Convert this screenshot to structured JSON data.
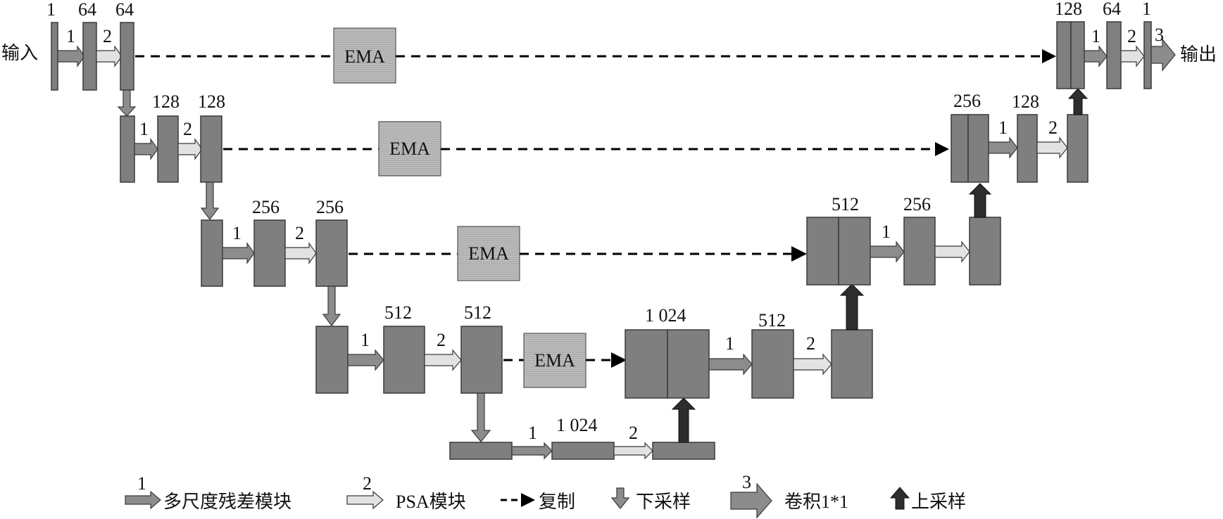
{
  "labels": {
    "input": "输入",
    "output": "输出",
    "ema": "EMA"
  },
  "channels": {
    "l1_in": "1",
    "l1_a": "64",
    "l1_b": "64",
    "l2_a": "128",
    "l2_b": "128",
    "l3_a": "256",
    "l3_b": "256",
    "l4_a": "512",
    "l4_b": "512",
    "bottom": "1 024",
    "d4_cat": "1 024",
    "d4_a": "512",
    "d3_cat": "512",
    "d3_a": "256",
    "d2_cat": "256",
    "d2_a": "128",
    "d1_cat": "128",
    "d1_a": "64",
    "d1_out": "1"
  },
  "arrow_tags": {
    "one": "1",
    "two": "2",
    "three": "3"
  },
  "legend": {
    "msr": "多尺度残差模块",
    "psa": "PSA模块",
    "copy": "复制",
    "down": "下采样",
    "conv": "卷积1*1",
    "up": "上采样"
  },
  "colors": {
    "block": "#7f7f7f",
    "msr_arrow": "#8c8c8c",
    "psa_arrow": "#e2e2e2",
    "up_arrow": "#2d2d2d",
    "ema": "#b3b3b3"
  },
  "icons": {
    "msr": "block-arrow-gray",
    "psa": "block-arrow-light",
    "copy": "dashed-arrow",
    "down": "down-arrow",
    "conv": "large-block-arrow",
    "up": "up-arrow-black"
  }
}
